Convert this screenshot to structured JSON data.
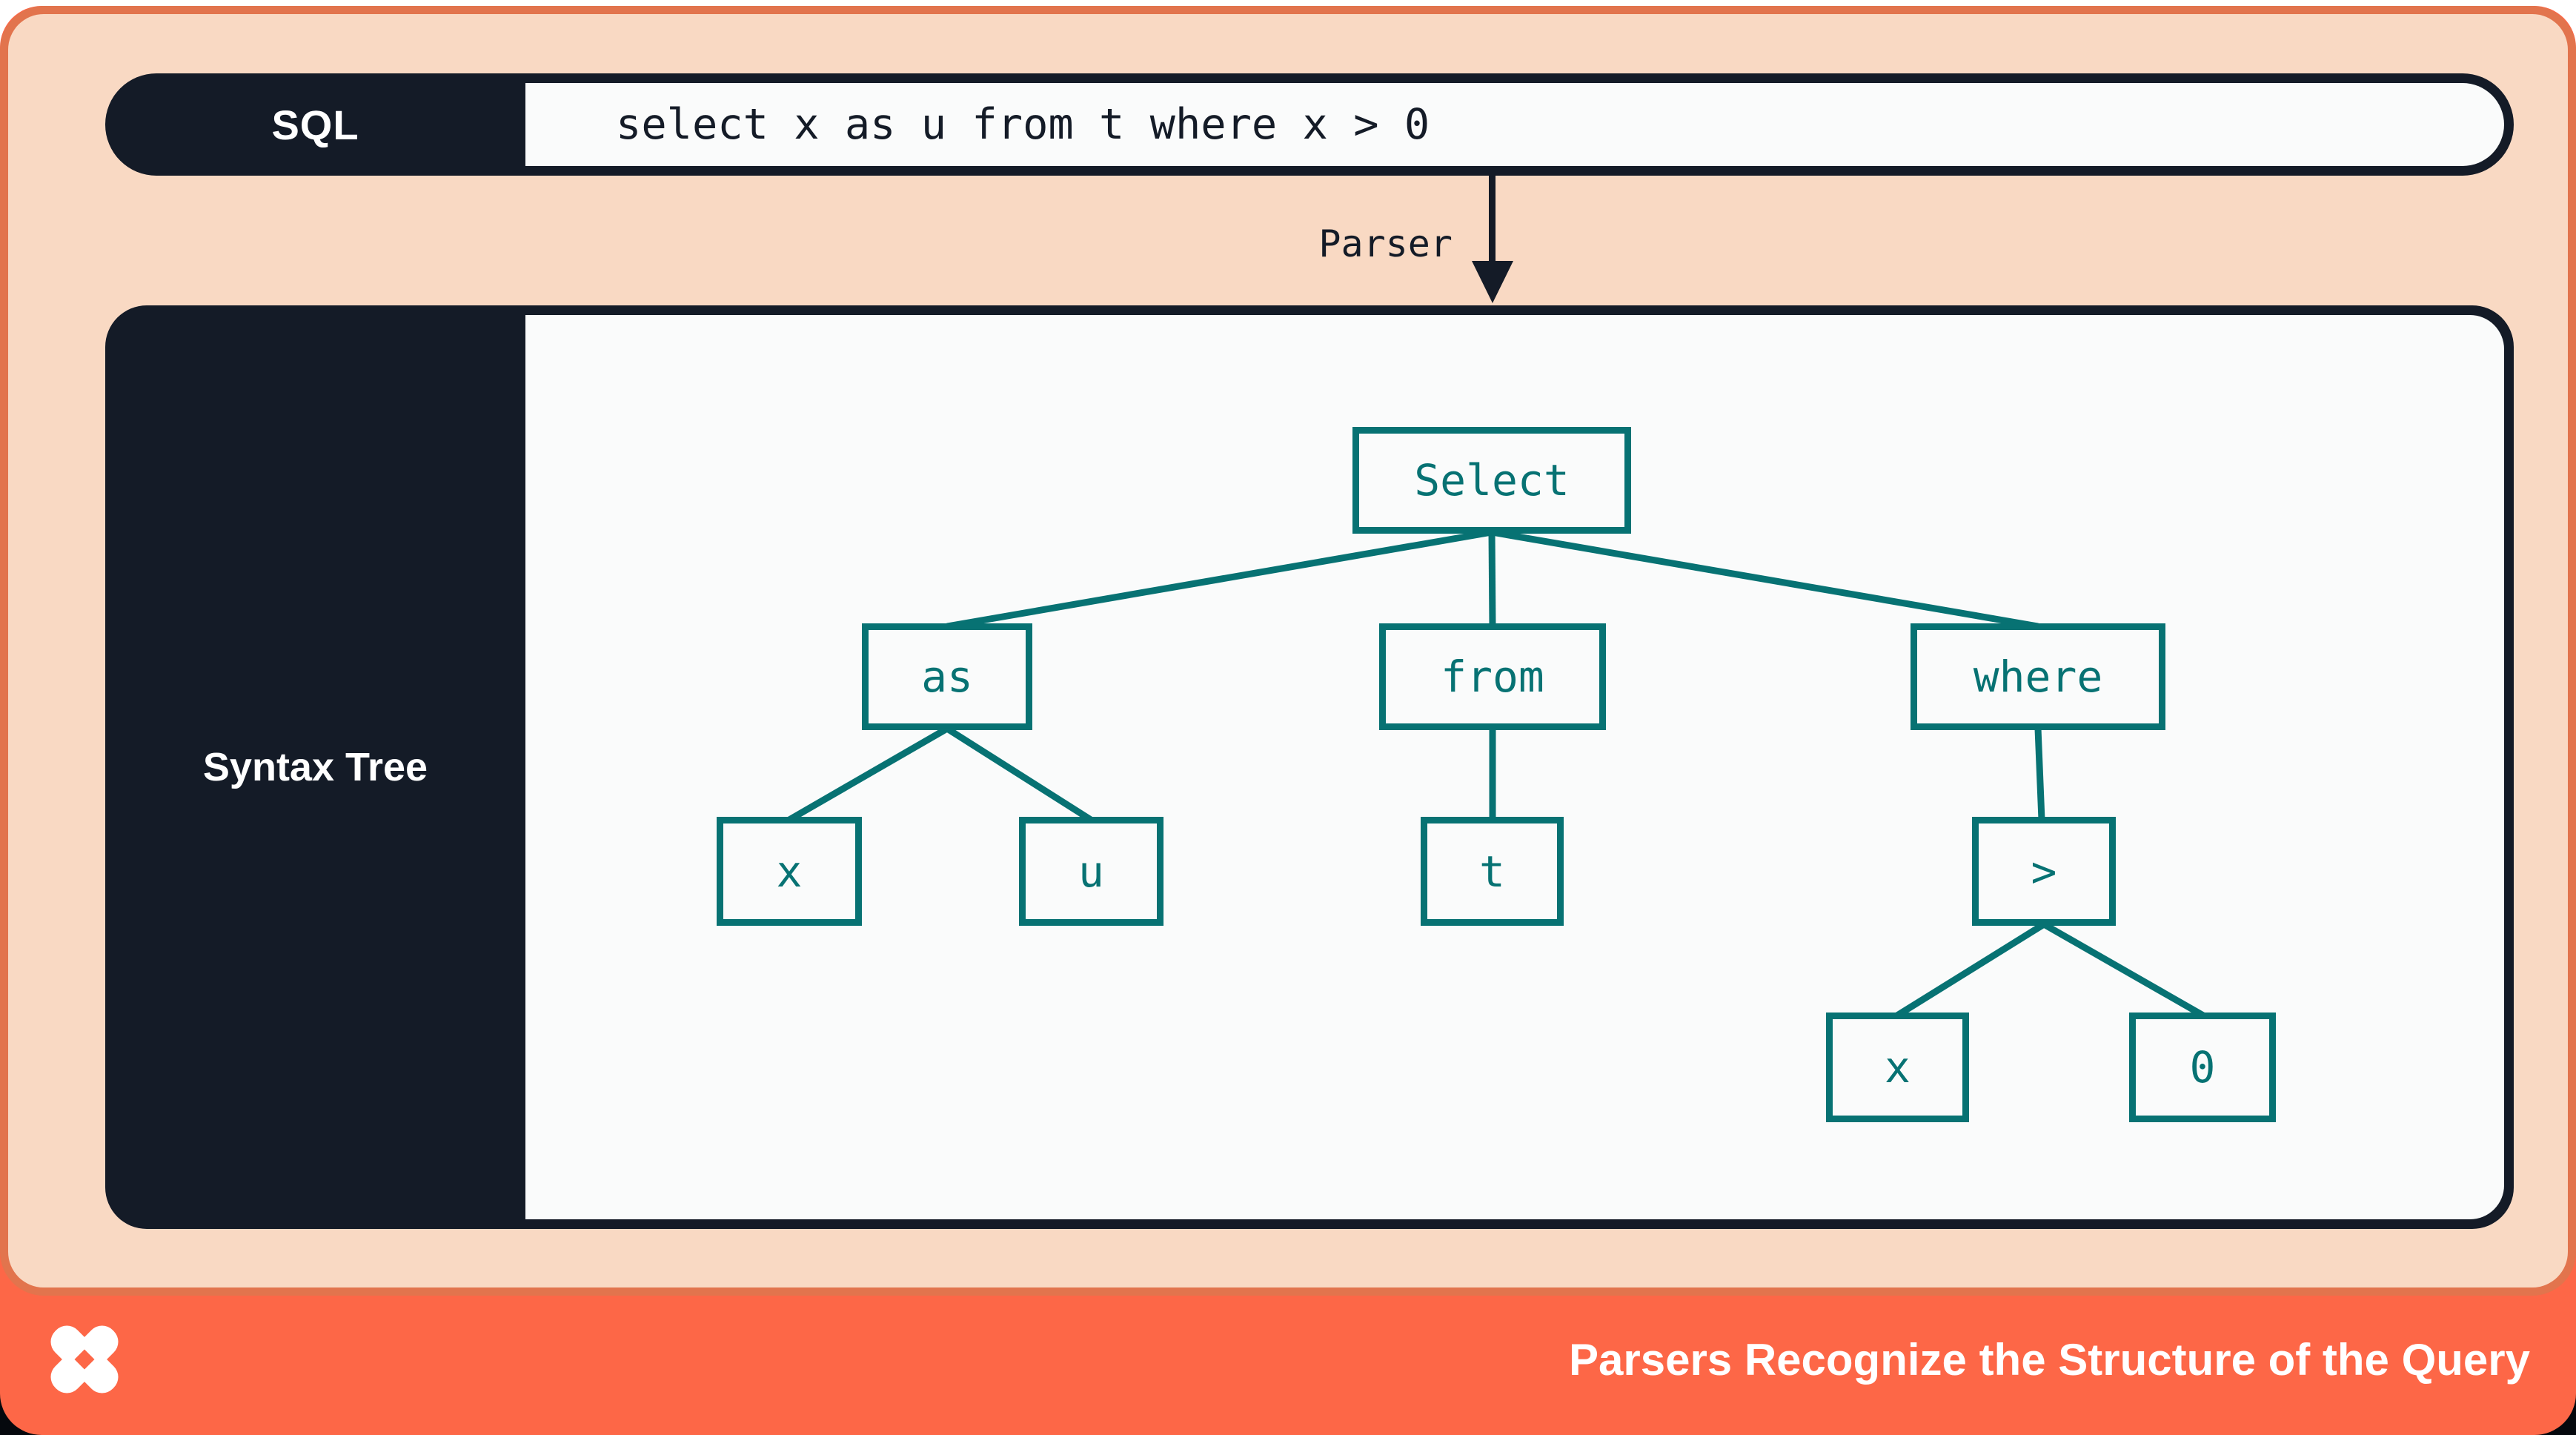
{
  "colors": {
    "frame_orange": "#e2744d",
    "footer_orange": "#fd6747",
    "peach": "#f9d9c3",
    "navy": "#141b27",
    "teal": "#077273",
    "panel_white": "#fafbfb"
  },
  "sql_bar": {
    "label": "SQL",
    "code": "select x as u from t where x > 0"
  },
  "parser_arrow": {
    "label": "Parser"
  },
  "syntax_tree_panel": {
    "label": "Syntax Tree",
    "nodes": [
      {
        "id": "select",
        "label": "Select",
        "parent": null
      },
      {
        "id": "as",
        "label": "as",
        "parent": "select"
      },
      {
        "id": "from",
        "label": "from",
        "parent": "select"
      },
      {
        "id": "where",
        "label": "where",
        "parent": "select"
      },
      {
        "id": "x-alias",
        "label": "x",
        "parent": "as"
      },
      {
        "id": "u",
        "label": "u",
        "parent": "as"
      },
      {
        "id": "t",
        "label": "t",
        "parent": "from"
      },
      {
        "id": "gt",
        "label": ">",
        "parent": "where"
      },
      {
        "id": "x-cond",
        "label": "x",
        "parent": "gt"
      },
      {
        "id": "zero",
        "label": "0",
        "parent": "gt"
      }
    ]
  },
  "footer": {
    "caption": "Parsers Recognize the Structure of the Query",
    "logo": "dolt-x-logo"
  }
}
